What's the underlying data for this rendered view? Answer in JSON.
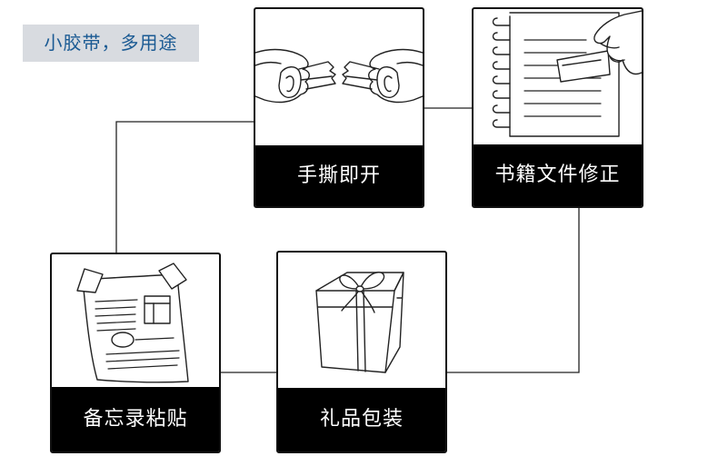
{
  "title_tag": "小胶带，多用途",
  "cards": [
    {
      "caption": "手撕即开",
      "icon": "hands-tearing-tape-icon"
    },
    {
      "caption": "书籍文件修正",
      "icon": "hand-taping-notebook-icon"
    },
    {
      "caption": "备忘录粘贴",
      "icon": "taped-memo-document-icon"
    },
    {
      "caption": "礼品包装",
      "icon": "gift-box-ribbon-icon"
    }
  ],
  "colors": {
    "title_background": "#d8dbe0",
    "title_text": "#1a5a93",
    "caption_background": "#000000",
    "caption_text": "#ffffff",
    "line": "#222222"
  }
}
